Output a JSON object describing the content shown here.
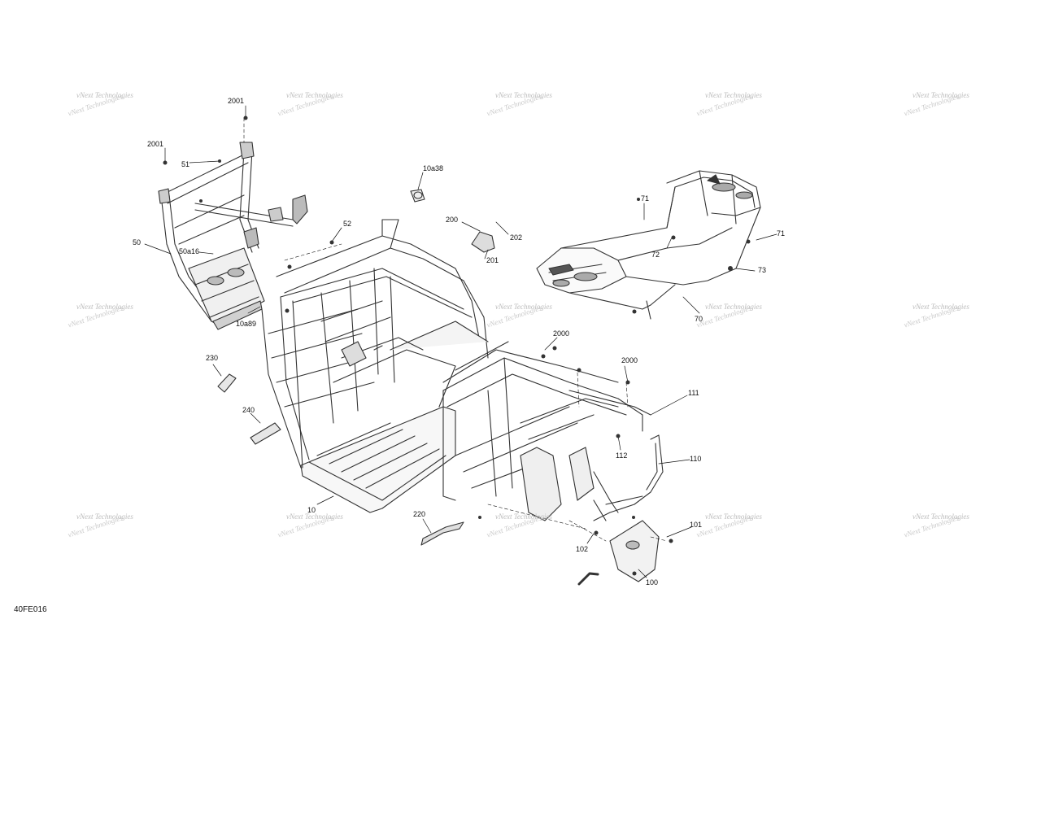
{
  "figure_code": "40FE016",
  "watermark_text": "vNext Technologies",
  "callouts": [
    {
      "id": "c2001a",
      "text": "2001"
    },
    {
      "id": "c2001b",
      "text": "2001"
    },
    {
      "id": "c51",
      "text": "51"
    },
    {
      "id": "c10a38",
      "text": "10a38"
    },
    {
      "id": "c52",
      "text": "52"
    },
    {
      "id": "c200",
      "text": "200"
    },
    {
      "id": "c202",
      "text": "202"
    },
    {
      "id": "c201",
      "text": "201"
    },
    {
      "id": "c50",
      "text": "50"
    },
    {
      "id": "c50a16",
      "text": "50a16"
    },
    {
      "id": "c10a89",
      "text": "10a89"
    },
    {
      "id": "c71a",
      "text": "71"
    },
    {
      "id": "c71b",
      "text": "71"
    },
    {
      "id": "c72",
      "text": "72"
    },
    {
      "id": "c73",
      "text": "73"
    },
    {
      "id": "c70",
      "text": "70"
    },
    {
      "id": "c230",
      "text": "230"
    },
    {
      "id": "c2000a",
      "text": "2000"
    },
    {
      "id": "c2000b",
      "text": "2000"
    },
    {
      "id": "c111",
      "text": "111"
    },
    {
      "id": "c240",
      "text": "240"
    },
    {
      "id": "c112",
      "text": "112"
    },
    {
      "id": "c110",
      "text": "110"
    },
    {
      "id": "c10",
      "text": "10"
    },
    {
      "id": "c220",
      "text": "220"
    },
    {
      "id": "c101",
      "text": "101"
    },
    {
      "id": "c102",
      "text": "102"
    },
    {
      "id": "c100",
      "text": "100"
    }
  ]
}
